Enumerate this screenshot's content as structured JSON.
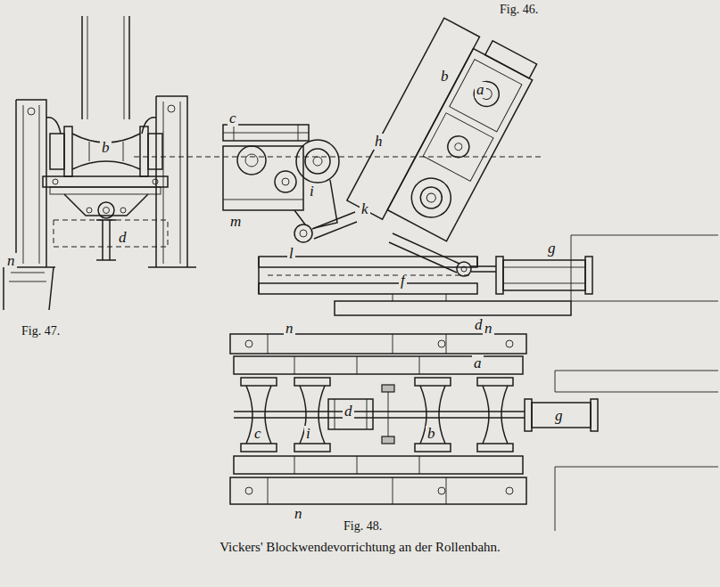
{
  "diagram": {
    "caption": "Vickers' Blockwendevorrichtung an der Rollenbahn.",
    "labels": [
      "Fig. 46.",
      "b",
      "c",
      "i",
      "h",
      "b",
      "a",
      "d",
      "m",
      "k",
      "l",
      "g",
      "f",
      "d",
      "n",
      "Fig. 47.",
      "n",
      "n",
      "a",
      "c",
      "i",
      "d",
      "b",
      "g",
      "n",
      "Fig. 48."
    ]
  }
}
